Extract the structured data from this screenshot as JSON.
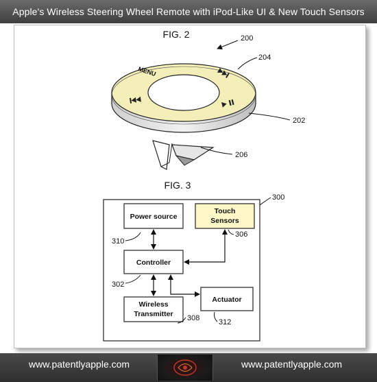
{
  "title": "Apple's Wireless Steering Wheel Remote with iPod-Like UI & New Touch Sensors",
  "fig2": {
    "caption": "FIG. 2",
    "ref_200": "200",
    "ref_204": "204",
    "ref_202": "202",
    "ref_206": "206",
    "ring_label_menu": "MENU"
  },
  "fig3": {
    "caption": "FIG. 3",
    "ref_300": "300",
    "blocks": {
      "power_source": "Power source",
      "touch_sensors_line1": "Touch",
      "touch_sensors_line2": "Sensors",
      "controller": "Controller",
      "wireless_line1": "Wireless",
      "wireless_line2": "Transmitter",
      "actuator": "Actuator"
    },
    "refs": {
      "r310": "310",
      "r306": "306",
      "r302": "302",
      "r308": "308",
      "r312": "312"
    }
  },
  "footer": {
    "url_left": "www.patentlyapple.com",
    "url_right": "www.patentlyapple.com"
  },
  "colors": {
    "ring": "#f4efb8",
    "touch_box": "#fdf6c6",
    "header": "#4d4d4d"
  }
}
